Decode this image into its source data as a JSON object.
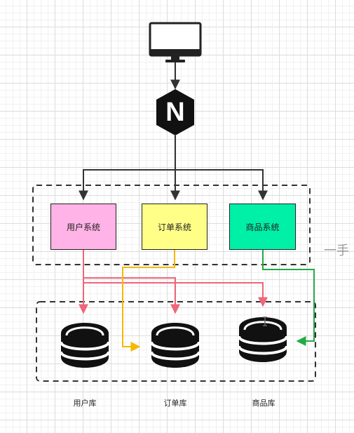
{
  "services": [
    {
      "id": "user",
      "label": "用户系统",
      "color": "#ffb3e6"
    },
    {
      "id": "order",
      "label": "订单系统",
      "color": "#ffff88"
    },
    {
      "id": "product",
      "label": "商品系统",
      "color": "#00f0a8"
    }
  ],
  "databases": [
    {
      "id": "user-db",
      "label": "用户库"
    },
    {
      "id": "order-db",
      "label": "订单库"
    },
    {
      "id": "product-db",
      "label": "商品库"
    }
  ],
  "gateway": {
    "letter": "N"
  },
  "watermark": "一手",
  "colors": {
    "line": "#333333",
    "user_link": "#ee6677",
    "order_link": "#f5b800",
    "product_link": "#22aa44"
  }
}
